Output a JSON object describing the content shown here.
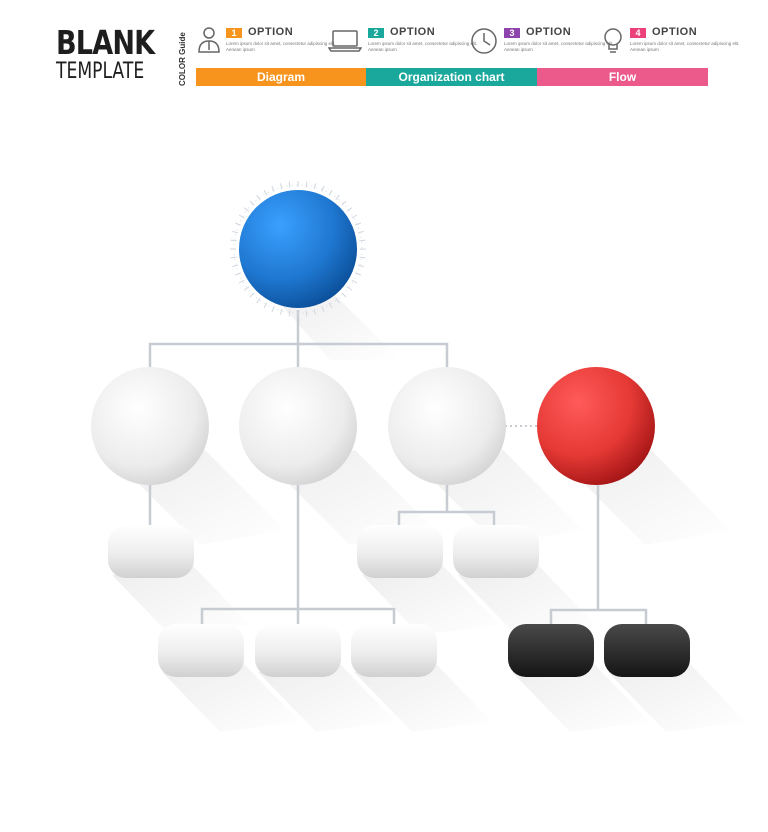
{
  "header": {
    "title_line1": "BLANK",
    "title_line2": "TEMPLATE",
    "guide_label": "COLOR Guide"
  },
  "options": [
    {
      "number": "1",
      "label": "OPTION",
      "icon": "person-icon",
      "color": "#f7941d",
      "description": "Lorem ipsum dolor sit amet, consectetur adipiscing elit. Aenean ipsum"
    },
    {
      "number": "2",
      "label": "OPTION",
      "icon": "laptop-icon",
      "color": "#1aa89c",
      "description": "Lorem ipsum dolor sit amet, consectetur adipiscing elit. Aenean ipsum"
    },
    {
      "number": "3",
      "label": "OPTION",
      "icon": "clock-icon",
      "color": "#8e44ad",
      "description": "Lorem ipsum dolor sit amet, consectetur adipiscing elit. Aenean ipsum"
    },
    {
      "number": "4",
      "label": "OPTION",
      "icon": "lightbulb-icon",
      "color": "#ec407a",
      "description": "Lorem ipsum dolor sit amet, consectetur adipiscing elit. Aenean ipsum"
    }
  ],
  "categories": [
    {
      "label": "Diagram",
      "color": "#f7941d"
    },
    {
      "label": "Organization chart",
      "color": "#1aa89c"
    },
    {
      "label": "Flow",
      "color": "#ec5a8c"
    }
  ],
  "colors": {
    "root": "#1f78d1",
    "highlight": "#e53935",
    "dark": "#2c2c2c",
    "neutral": "#ededed",
    "connector": "#c7ccd3"
  }
}
